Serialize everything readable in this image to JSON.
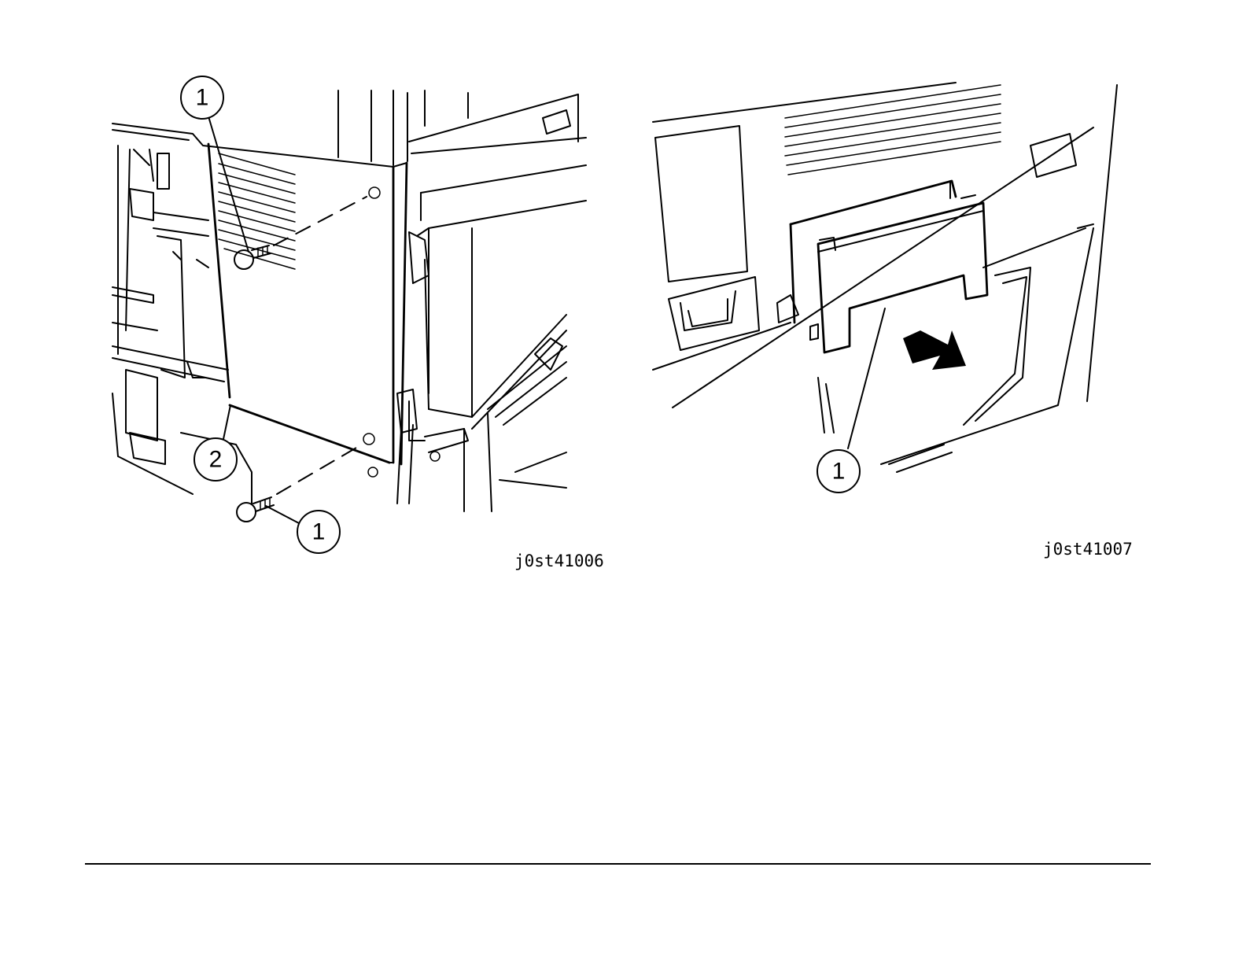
{
  "figures": [
    {
      "id_label": "j0st41006",
      "callouts": [
        "1",
        "2",
        "1"
      ]
    },
    {
      "id_label": "j0st41007",
      "callouts": [
        "1"
      ]
    }
  ],
  "colors": {
    "ink": "#000000",
    "paper": "#ffffff"
  }
}
